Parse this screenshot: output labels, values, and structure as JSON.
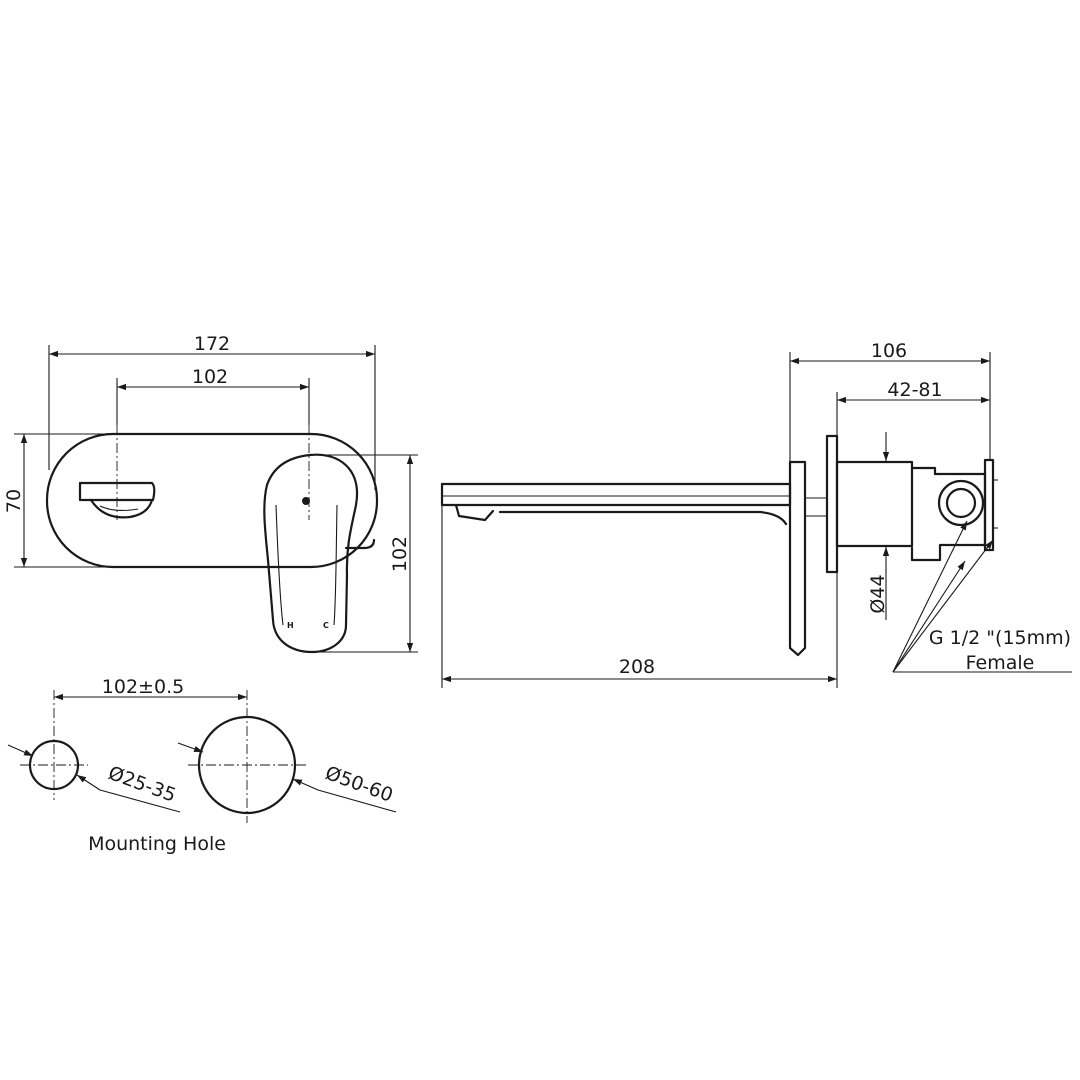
{
  "front_view": {
    "width": "172",
    "spacing": "102",
    "height_left": "70",
    "height_right": "102",
    "handle_hot": "H",
    "handle_cold": "C"
  },
  "side_view": {
    "depth": "106",
    "wall_range": "42-81",
    "spout_length": "208",
    "body_diameter": "Ø44",
    "connection_line1": "G 1/2 \"(15mm)",
    "connection_line2": "Female"
  },
  "mounting": {
    "spacing": "102±0.5",
    "small_hole": "Ø25-35",
    "large_hole": "Ø50-60",
    "label": "Mounting Hole"
  }
}
